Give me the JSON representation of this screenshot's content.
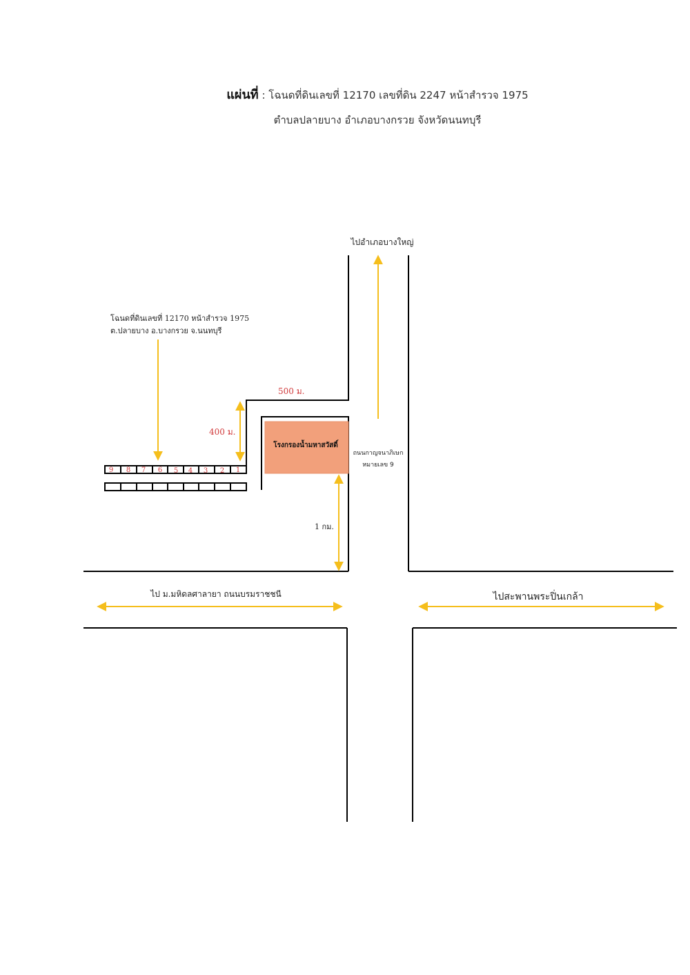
{
  "header": {
    "label": "แผ่นที่",
    "separator": ":",
    "line1": "โฉนดที่ดินเลขที่ 12170  เลขที่ดิน 2247  หน้าสำรวจ 1975",
    "line2": "ตำบลปลายบาง  อำเภอบางกรวย  จังหวัดนนทบุรี"
  },
  "map": {
    "north_destination": "ไปอำเภอบางใหญ่",
    "parcel_note_line1": "โฉนดที่ดินเลขที่ 12170 หน้าสำรวจ 1975",
    "parcel_note_line2": "ต.ปลายบาง อ.บางกรวย จ.นนทบุรี",
    "distance_500": "500  ม.",
    "distance_400": "400 ม.",
    "distance_1km": "1 กม.",
    "landmark": "โรงกรองน้ำมหาสวัสดิ์",
    "road_name_line1": "ถนนกาญจนาภิเษก",
    "road_name_line2": "หมายเลข 9",
    "west_destination": "ไป ม.มหิดลศาลายา ถนนบรมราชชนี",
    "east_destination": "ไปสะพานพระปิ่นเกล้า",
    "plot_numbers": [
      "9",
      "8",
      "7",
      "6",
      "5",
      "4",
      "3",
      "2",
      "1"
    ]
  },
  "colors": {
    "arrow": "#F5BE1C",
    "road": "#000000",
    "landmark_fill": "#F2A07B",
    "distance_text": "#D0393A"
  }
}
